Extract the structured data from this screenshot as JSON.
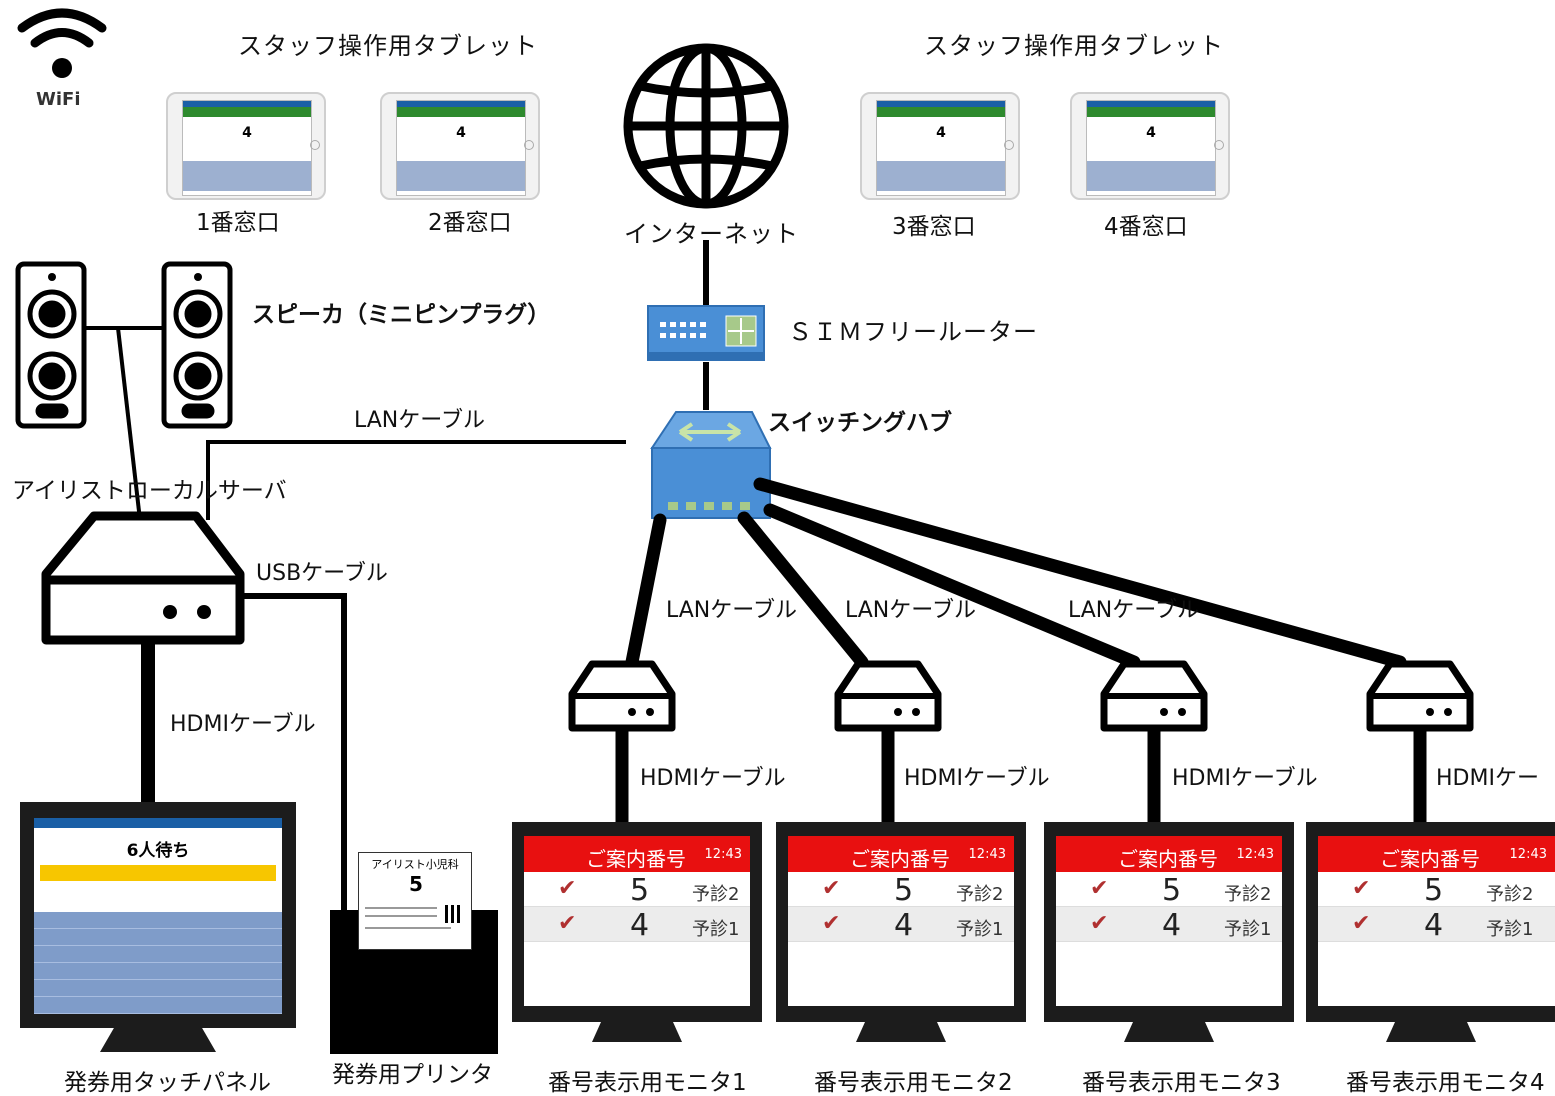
{
  "wifi": {
    "label": "WiFi"
  },
  "tablets": {
    "left_title": "スタッフ操作用タブレット",
    "right_title": "スタッフ操作用タブレット",
    "counters": [
      {
        "label": "1番窓口",
        "display_number": "4"
      },
      {
        "label": "2番窓口",
        "display_number": "4"
      },
      {
        "label": "3番窓口",
        "display_number": "4"
      },
      {
        "label": "4番窓口",
        "display_number": "4"
      }
    ]
  },
  "internet": {
    "label": "インターネット"
  },
  "router": {
    "label": "ＳＩＭフリールーター"
  },
  "hub": {
    "label": "スイッチングハブ"
  },
  "speaker": {
    "label": "スピーカ（ミニピンプラグ）"
  },
  "server": {
    "label": "アイリストローカルサーバ"
  },
  "cables": {
    "lan_main": "LANケーブル",
    "usb": "USBケーブル",
    "hdmi_main": "HDMIケーブル",
    "lan": [
      "LANケーブル",
      "LANケーブル",
      "LANケーブル"
    ],
    "hdmi": [
      "HDMIケーブル",
      "HDMIケーブル",
      "HDMIケーブル",
      "HDMIケー"
    ]
  },
  "touch_panel": {
    "label": "発券用タッチパネル",
    "wait_text": "6人待ち"
  },
  "printer": {
    "label": "発券用プリンタ",
    "ticket_title": "アイリスト小児科",
    "ticket_number": "5"
  },
  "monitors": [
    {
      "label": "番号表示用モニタ1",
      "header": "ご案内番号",
      "time": "12:43",
      "rows": [
        {
          "number": "5",
          "category": "予診2"
        },
        {
          "number": "4",
          "category": "予診1"
        }
      ]
    },
    {
      "label": "番号表示用モニタ2",
      "header": "ご案内番号",
      "time": "12:43",
      "rows": [
        {
          "number": "5",
          "category": "予診2"
        },
        {
          "number": "4",
          "category": "予診1"
        }
      ]
    },
    {
      "label": "番号表示用モニタ3",
      "header": "ご案内番号",
      "time": "12:43",
      "rows": [
        {
          "number": "5",
          "category": "予診2"
        },
        {
          "number": "4",
          "category": "予診1"
        }
      ]
    },
    {
      "label": "番号表示用モニタ4",
      "header": "ご案内番号",
      "time": "12:43",
      "rows": [
        {
          "number": "5",
          "category": "予診2"
        },
        {
          "number": "4",
          "category": "予診1"
        }
      ]
    }
  ],
  "colors": {
    "monitor_header": "#e81010",
    "device_blue": "#4a8fd6",
    "tablet_header": "#2e8a2e"
  }
}
